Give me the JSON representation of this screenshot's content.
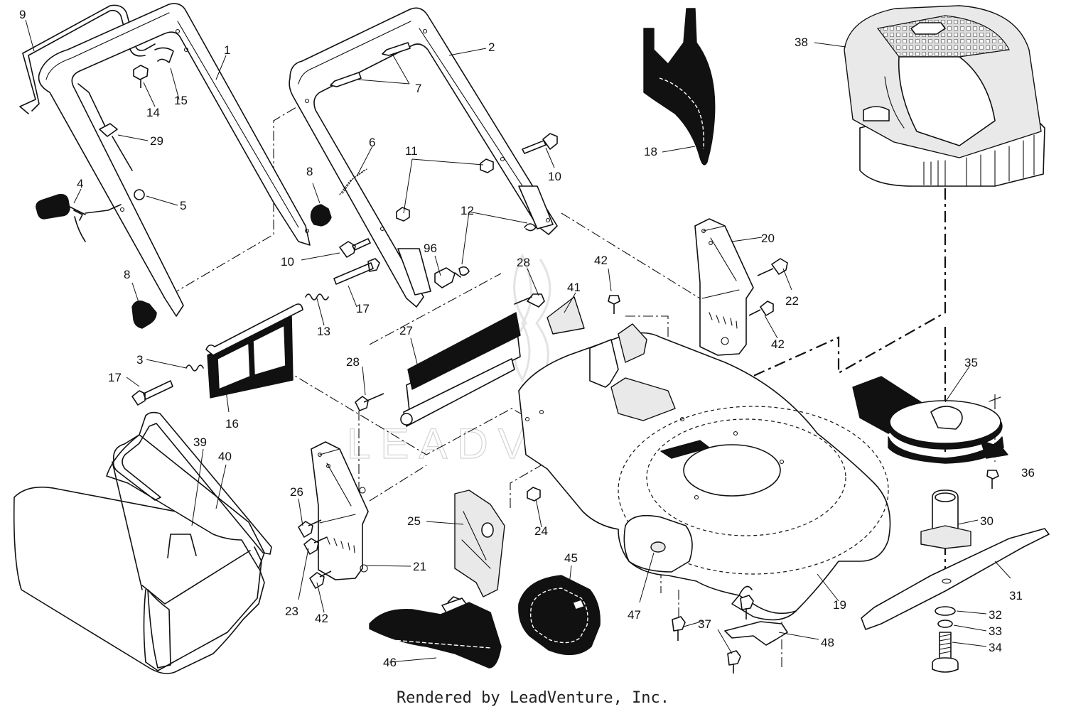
{
  "watermark": "LEADVENTURE",
  "footer": "Rendered by LeadVenture, Inc.",
  "callouts": {
    "c1": "1",
    "c2": "2",
    "c3": "3",
    "c4": "4",
    "c5": "5",
    "c6": "6",
    "c7": "7",
    "c8a": "8",
    "c8b": "8",
    "c9": "9",
    "c10a": "10",
    "c10b": "10",
    "c11": "11",
    "c12": "12",
    "c13": "13",
    "c14": "14",
    "c15": "15",
    "c16": "16",
    "c17a": "17",
    "c17b": "17",
    "c18": "18",
    "c19": "19",
    "c20": "20",
    "c21": "21",
    "c22": "22",
    "c23": "23",
    "c24": "24",
    "c25": "25",
    "c26": "26",
    "c27": "27",
    "c28a": "28",
    "c28b": "28",
    "c29": "29",
    "c30": "30",
    "c31": "31",
    "c32": "32",
    "c33": "33",
    "c34": "34",
    "c35": "35",
    "c36": "36",
    "c37": "37",
    "c38": "38",
    "c39": "39",
    "c40": "40",
    "c41": "41",
    "c42a": "42",
    "c42b": "42",
    "c42c": "42",
    "c45": "45",
    "c46": "46",
    "c47": "47",
    "c48": "48",
    "c96": "96"
  }
}
